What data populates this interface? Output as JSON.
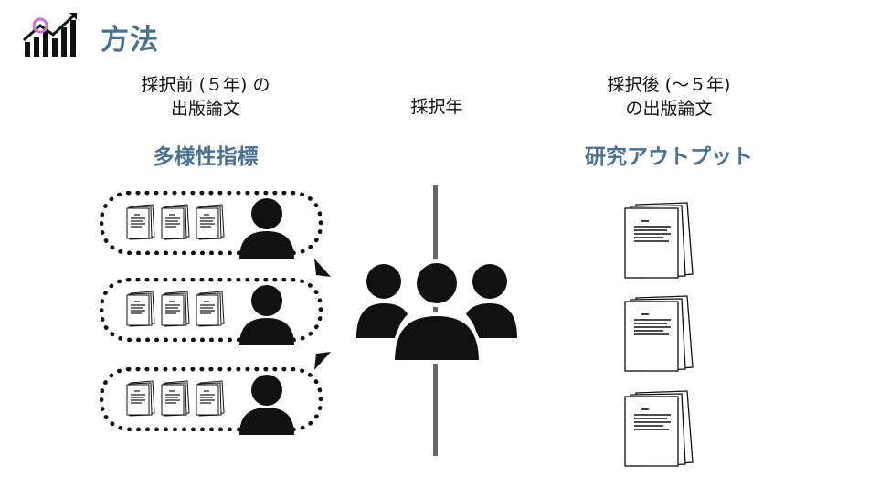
{
  "slide": {
    "title": "方法",
    "title_icon": "chart-growth-icon",
    "colors": {
      "accent": "#4a7191",
      "icon_purple": "#c86fd8",
      "ink": "#111111"
    }
  },
  "left": {
    "label_line1": "採択前 (５年) の",
    "label_line2": "出版論文",
    "heading": "多様性指標"
  },
  "center": {
    "label": "採択年"
  },
  "right": {
    "label_line1": "採択後 (〜５年)",
    "label_line2": "の出版論文",
    "heading": "研究アウトプット"
  },
  "icons": {
    "member": "person-icon",
    "team": "group-icon",
    "paper": "document-stack-icon"
  }
}
